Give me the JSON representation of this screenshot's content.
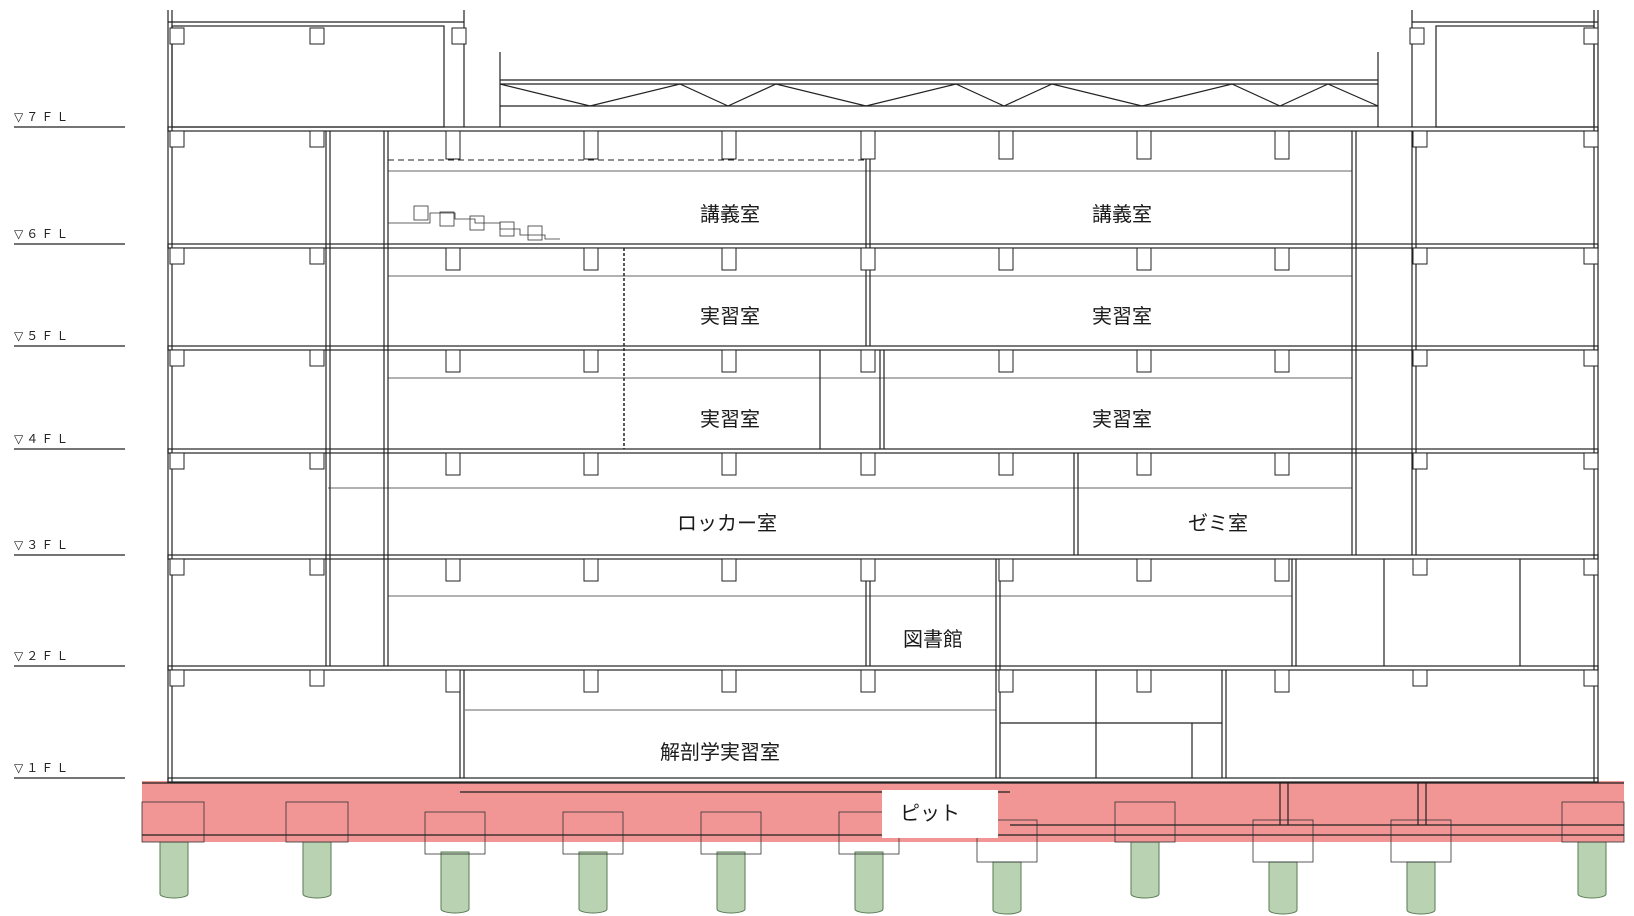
{
  "levels": [
    "▽７ＦＬ",
    "▽６ＦＬ",
    "▽５ＦＬ",
    "▽４ＦＬ",
    "▽３ＦＬ",
    "▽２ＦＬ",
    "▽１ＦＬ"
  ],
  "rooms": {
    "f6_left": "講義室",
    "f6_right": "講義室",
    "f5_left": "実習室",
    "f5_right": "実習室",
    "f4_left": "実習室",
    "f4_right": "実習室",
    "f3_left": "ロッカー室",
    "f3_right": "ゼミ室",
    "f2": "図書館",
    "f1": "解剖学実習室"
  },
  "pit": {
    "label": "ピット",
    "highlight_color": "#f08a8a"
  },
  "colors": {
    "pile": "#b9d2b1",
    "pile_stroke": "#5a7a55",
    "line": "#222222"
  }
}
